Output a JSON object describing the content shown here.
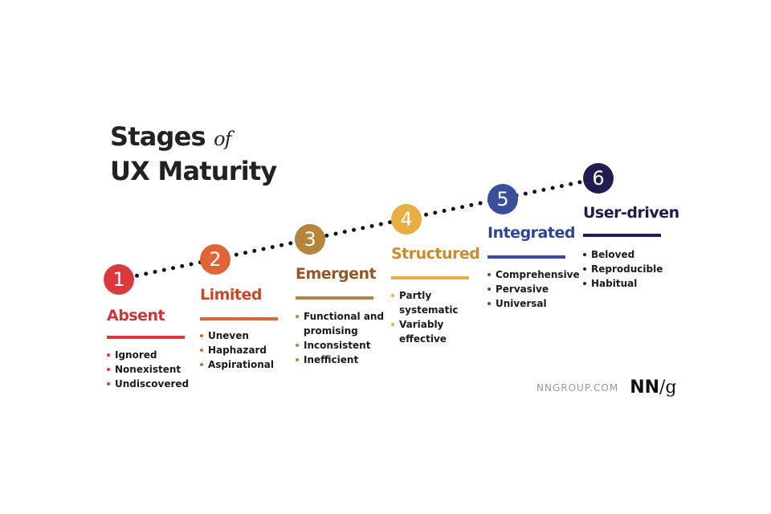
{
  "title": {
    "line1": "Stages",
    "of": "of",
    "line2": "UX Maturity"
  },
  "stages": [
    {
      "number": "1",
      "name": "Absent",
      "color": "#d93a3e",
      "label_color": "#c8353a",
      "items": [
        "Ignored",
        "Nonexistent",
        "Undiscovered"
      ]
    },
    {
      "number": "2",
      "name": "Limited",
      "color": "#e0633a",
      "label_color": "#c44a2c",
      "items": [
        "Uneven",
        "Haphazard",
        "Aspirational"
      ]
    },
    {
      "number": "3",
      "name": "Emergent",
      "color": "#b5843e",
      "label_color": "#93582a",
      "items": [
        "Functional and promising",
        "Inconsistent",
        "Inefficient"
      ]
    },
    {
      "number": "4",
      "name": "Structured",
      "color": "#e8ad45",
      "label_color": "#c98b30",
      "items": [
        "Partly systematic",
        "Variably effective"
      ]
    },
    {
      "number": "5",
      "name": "Integrated",
      "color": "#3a4f9a",
      "label_color": "#2f4590",
      "items": [
        "Comprehensive",
        "Pervasive",
        "Universal"
      ]
    },
    {
      "number": "6",
      "name": "User-driven",
      "color": "#211d52",
      "label_color": "#1f1b4f",
      "items": [
        "Beloved",
        "Reproducible",
        "Habitual"
      ]
    }
  ],
  "footer": {
    "site": "NNGROUP.COM",
    "logo_main": "NN",
    "logo_slash": "/g"
  }
}
